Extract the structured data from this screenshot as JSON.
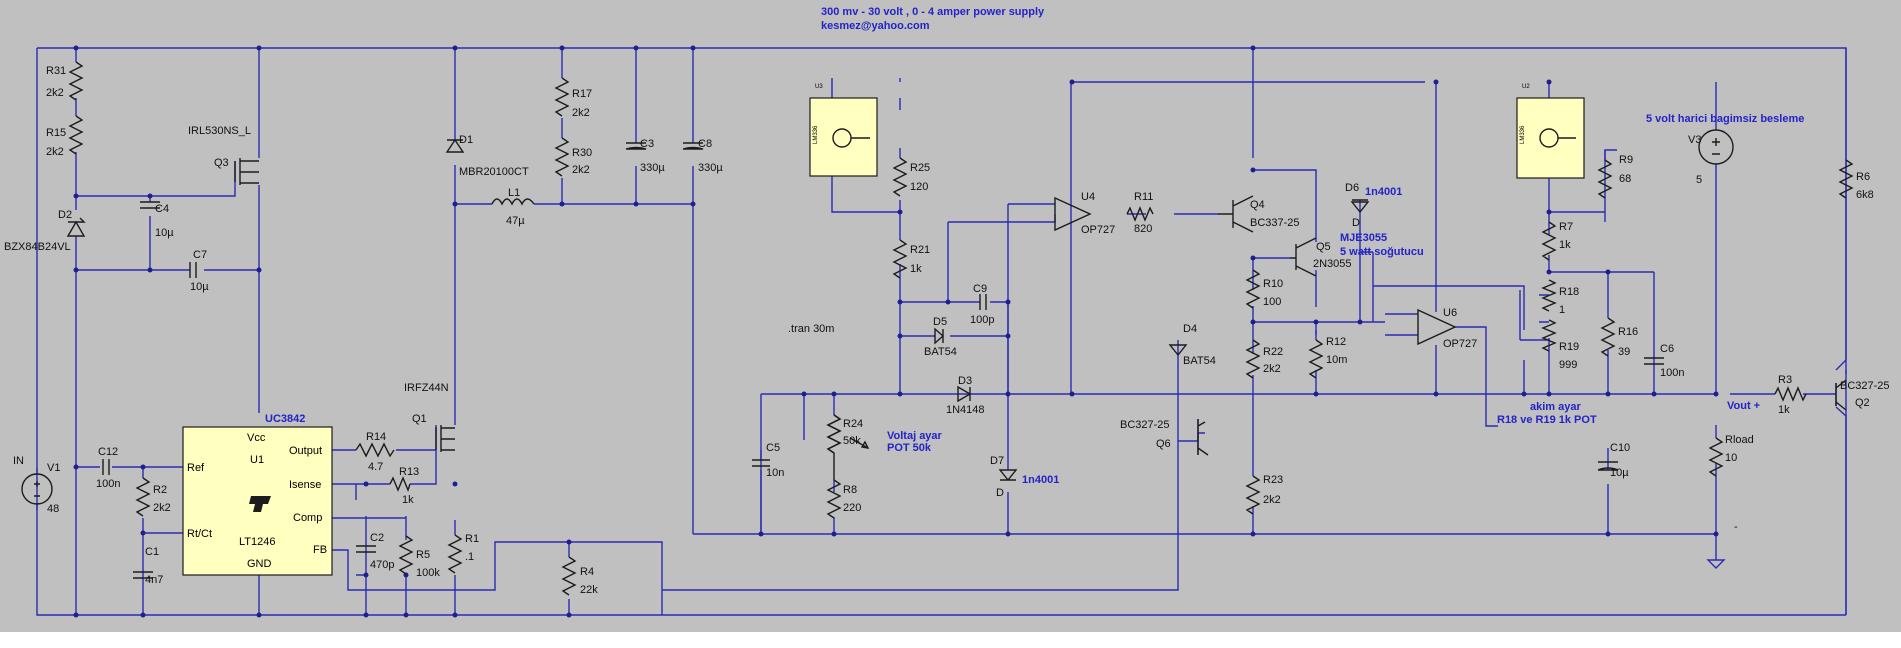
{
  "notes": {
    "title1": "300 mv - 30 volt , 0 - 4 amper power supply",
    "title2": "kesmez@yahoo.com",
    "tran": ".tran 30m",
    "ext_supply": "5 volt harici bagimsiz besleme",
    "voltaj1": "Voltaj ayar",
    "voltaj2": "POT 50k",
    "akim1": "akim ayar",
    "akim2": "R18 ve R19 1k POT",
    "mje": "MJE3055",
    "cooler": "5 watt soğutucu",
    "vout": "Vout +",
    "uc3842": "UC3842",
    "d6val": "1n4001",
    "d7val": "1n4001",
    "dash": "-"
  },
  "components": {
    "r31": {
      "name": "R31",
      "value": "2k2"
    },
    "r15": {
      "name": "R15",
      "value": "2k2"
    },
    "d2": {
      "name": "D2",
      "value": "BZX84B24VL"
    },
    "c4": {
      "name": "C4",
      "value": "10µ"
    },
    "c7": {
      "name": "C7",
      "value": "10µ"
    },
    "q3": {
      "name": "Q3",
      "value": "IRL530NS_L"
    },
    "d1": {
      "name": "D1",
      "value": "MBR20100CT"
    },
    "l1": {
      "name": "L1",
      "value": "47µ"
    },
    "r17": {
      "name": "R17",
      "value": "2k2"
    },
    "r30": {
      "name": "R30",
      "value": "2k2"
    },
    "c3": {
      "name": "C3",
      "value": "330µ"
    },
    "c8": {
      "name": "C8",
      "value": "330µ"
    },
    "v1": {
      "name": "V1",
      "value": "48",
      "port": "IN"
    },
    "c12": {
      "name": "C12",
      "value": "100n"
    },
    "r2": {
      "name": "R2",
      "value": "2k2"
    },
    "c1": {
      "name": "C1",
      "value": "4n7"
    },
    "u1": {
      "name": "U1",
      "part": "LT1246",
      "pins": {
        "vcc": "Vcc",
        "ref": "Ref",
        "output": "Output",
        "isense": "Isense",
        "rtct": "Rt/Ct",
        "comp": "Comp",
        "fb": "FB",
        "gnd": "GND"
      }
    },
    "r14": {
      "name": "R14",
      "value": "4.7"
    },
    "r13": {
      "name": "R13",
      "value": "1k"
    },
    "q1": {
      "name": "Q1",
      "value": "IRFZ44N"
    },
    "c2": {
      "name": "C2",
      "value": "470p"
    },
    "r5": {
      "name": "R5",
      "value": "100k"
    },
    "r1": {
      "name": "R1",
      "value": ".1"
    },
    "r4": {
      "name": "R4",
      "value": "22k"
    },
    "u3": {
      "name": "U3",
      "part": "LM336"
    },
    "u2": {
      "name": "U2",
      "part": "LM336"
    },
    "r25": {
      "name": "R25",
      "value": "120"
    },
    "r21": {
      "name": "R21",
      "value": "1k"
    },
    "c9": {
      "name": "C9",
      "value": "100p"
    },
    "d5": {
      "name": "D5",
      "value": "BAT54"
    },
    "d3": {
      "name": "D3",
      "value": "1N4148"
    },
    "c5": {
      "name": "C5",
      "value": "10n"
    },
    "r24": {
      "name": "R24",
      "value": "50k"
    },
    "r8": {
      "name": "R8",
      "value": "220"
    },
    "d7": {
      "name": "D7",
      "value": "D"
    },
    "u4": {
      "name": "U4",
      "value": "OP727"
    },
    "r11": {
      "name": "R11",
      "value": "820"
    },
    "d4": {
      "name": "D4",
      "value": "BAT54"
    },
    "q6": {
      "name": "Q6",
      "value": "BC327-25"
    },
    "q4": {
      "name": "Q4",
      "value": "BC337-25"
    },
    "q5": {
      "name": "Q5",
      "value": "2N3055"
    },
    "d6": {
      "name": "D6",
      "value": "D"
    },
    "r10": {
      "name": "R10",
      "value": "100"
    },
    "r12": {
      "name": "R12",
      "value": "10m"
    },
    "r22": {
      "name": "R22",
      "value": "2k2"
    },
    "r23": {
      "name": "R23",
      "value": "2k2"
    },
    "u6": {
      "name": "U6",
      "value": "OP727"
    },
    "r9": {
      "name": "R9",
      "value": "68"
    },
    "r7": {
      "name": "R7",
      "value": "1k"
    },
    "r18": {
      "name": "R18",
      "value": "1"
    },
    "r19": {
      "name": "R19",
      "value": "999"
    },
    "r16": {
      "name": "R16",
      "value": "39"
    },
    "c6": {
      "name": "C6",
      "value": "100n"
    },
    "c10": {
      "name": "C10",
      "value": "10µ"
    },
    "v3": {
      "name": "V3",
      "value": "5"
    },
    "r6": {
      "name": "R6",
      "value": "6k8"
    },
    "rload": {
      "name": "Rload",
      "value": "10"
    },
    "r3": {
      "name": "R3",
      "value": "1k"
    },
    "q2": {
      "name": "Q2",
      "value": "BC327-25"
    }
  },
  "colors": {
    "background": "#c0c0c0",
    "wire": "#2b2bb3",
    "component": "#1c1c1c",
    "ic_fill": "#ffffc0",
    "annotation": "#2323c8"
  }
}
